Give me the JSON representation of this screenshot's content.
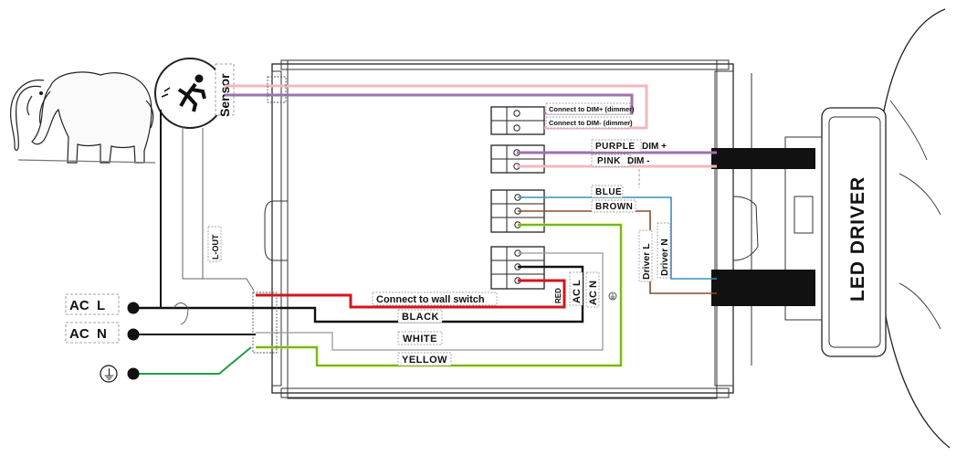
{
  "labels": {
    "sensor": "Sensor",
    "dim_plus_dimmer": "Connect to DIM+ (dimmer)",
    "dim_minus_dimmer": "Connect to DIM- (dimmer)",
    "purple": "PURPLE",
    "dim_plus": "DIM +",
    "pink": "PINK",
    "dim_minus": "DIM -",
    "blue": "BLUE",
    "brown": "BROWN",
    "driver_l": "Driver L",
    "driver_n": "Driver N",
    "l_out": "L-OUT",
    "wall_switch": "Connect to wall switch",
    "red": "RED",
    "ac_l_vertical": "AC L",
    "ac_n_vertical": "AC N",
    "black": "BLACK",
    "white": "WHITE",
    "yellow": "YELLOW",
    "ac_l": "AC  L",
    "ac_n": "AC  N",
    "led_driver": "LED DRIVER",
    "ground_symbol": "⏚"
  },
  "colors": {
    "pink_wire": "#f2b8c0",
    "purple_wire": "#a070b0",
    "red_wire": "#d4141c",
    "black_wire": "#111111",
    "blue_wire": "#3a8fc0",
    "brown_wire": "#8a4a2a",
    "green_wire": "#20a040",
    "yellow_wire": "#e8e020",
    "white_wire": "#999999"
  }
}
